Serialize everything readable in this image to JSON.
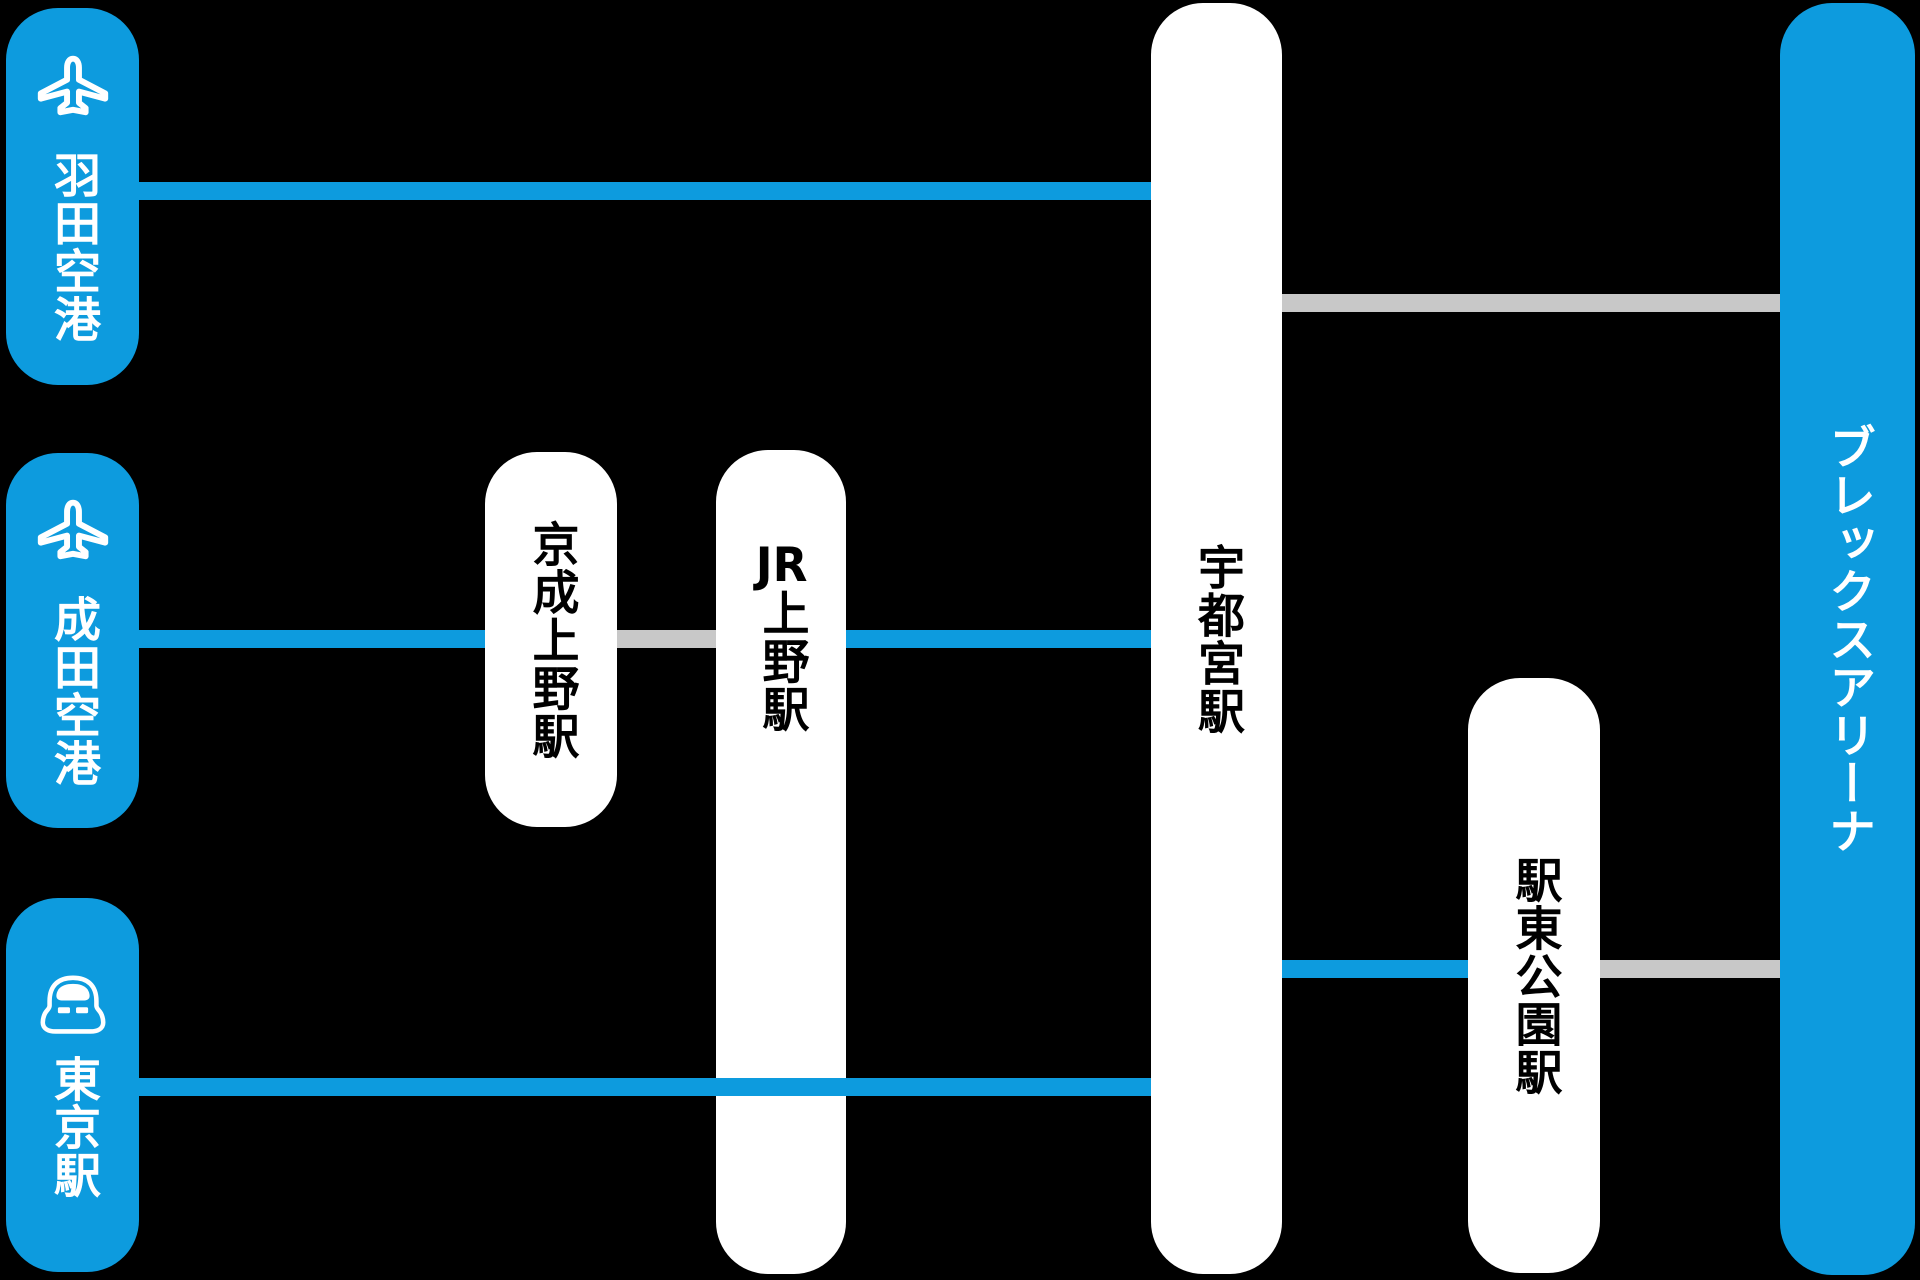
{
  "diagram": {
    "background": "#000000",
    "colors": {
      "train_line": "#0D9BDE",
      "walk_line": "#C8C8C8",
      "origin_box": "#0D9BDE",
      "origin_text": "#FFFFFF",
      "station_box": "#FFFFFF",
      "station_text": "#000000",
      "destination_box": "#0D9BDE",
      "destination_text": "#FFFFFF"
    },
    "origins": [
      {
        "id": "haneda-airport",
        "label": "羽田空港",
        "icon": "airplane-icon"
      },
      {
        "id": "narita-airport",
        "label": "成田空港",
        "icon": "airplane-icon"
      },
      {
        "id": "tokyo-station",
        "label": "東京駅",
        "icon": "shinkansen-icon"
      }
    ],
    "stations": [
      {
        "id": "keisei-ueno",
        "label": "京成上野駅"
      },
      {
        "id": "jr-ueno",
        "label_prefix": "JR",
        "label": "上野駅"
      },
      {
        "id": "utsunomiya",
        "label": "宇都宮駅"
      },
      {
        "id": "ekihigashi-koen",
        "label": "駅東公園駅"
      }
    ],
    "destination": {
      "id": "brex-arena",
      "label": "ブレックスアリーナ"
    },
    "connections": [
      {
        "from": "羽田空港",
        "to": "宇都宮駅",
        "type": "train"
      },
      {
        "from": "成田空港",
        "to": "京成上野駅",
        "type": "train"
      },
      {
        "from": "京成上野駅",
        "to": "JR上野駅",
        "type": "walk"
      },
      {
        "from": "JR上野駅",
        "to": "宇都宮駅",
        "type": "train"
      },
      {
        "from": "東京駅",
        "to": "宇都宮駅",
        "type": "train"
      },
      {
        "from": "宇都宮駅",
        "to": "駅東公園駅",
        "type": "train"
      },
      {
        "from": "駅東公園駅",
        "to": "ブレックスアリーナ",
        "type": "walk"
      },
      {
        "from": "宇都宮駅",
        "to": "ブレックスアリーナ",
        "type": "walk"
      }
    ]
  }
}
